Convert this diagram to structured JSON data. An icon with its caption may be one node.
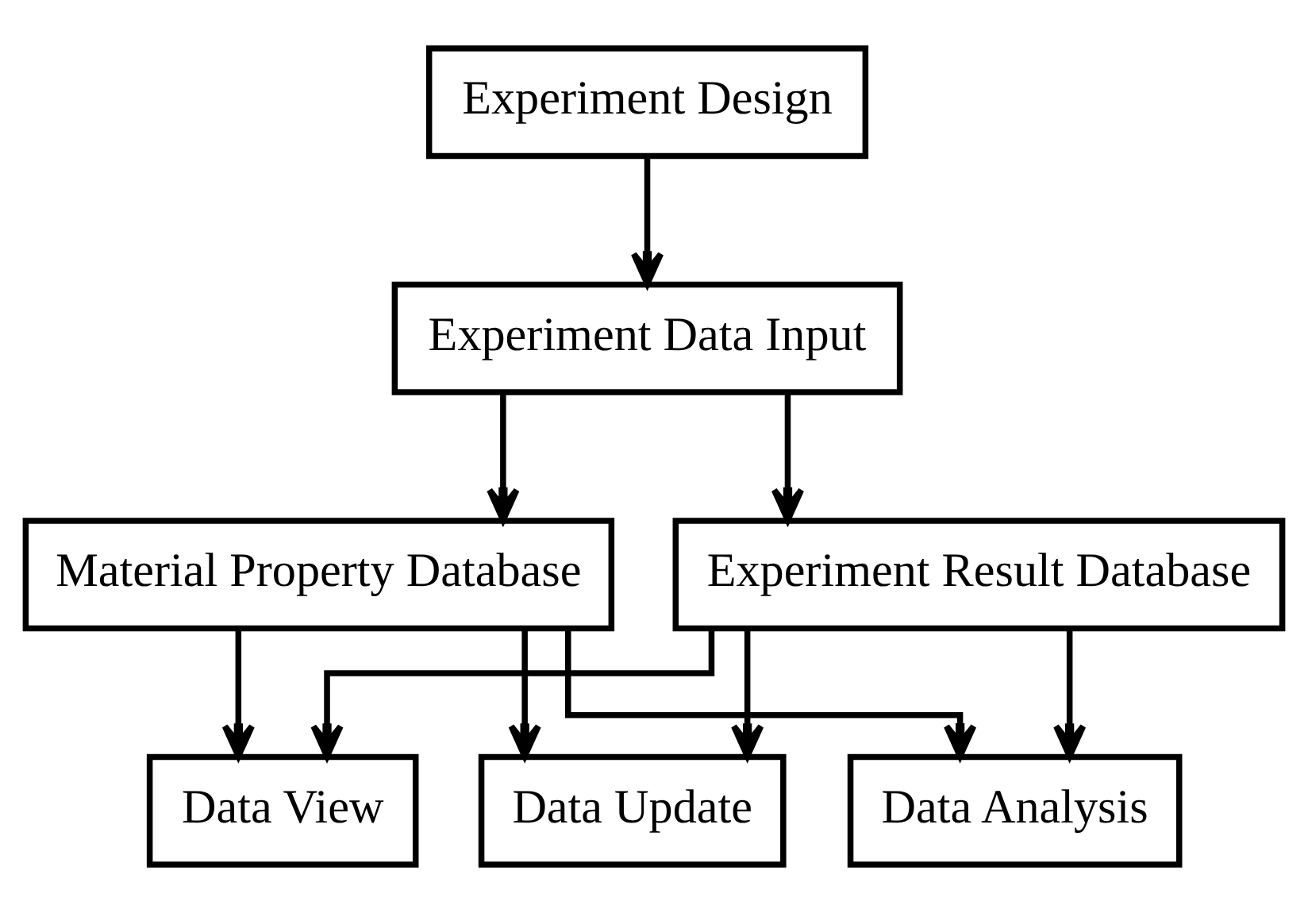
{
  "diagram": {
    "nodes": [
      {
        "text": [
          "Experiment Design"
        ]
      },
      {
        "text": [
          "Experiment Data Input"
        ]
      },
      {
        "text": [
          "Material Property Database"
        ]
      },
      {
        "text": [
          "Experiment Result Database"
        ]
      },
      {
        "text": [
          "Data View"
        ]
      },
      {
        "text": [
          "Data Update"
        ]
      },
      {
        "text": [
          "Data Analysis"
        ]
      }
    ],
    "edges": [
      {
        "from": 0,
        "to": 1,
        "arrow": "to"
      },
      {
        "from": 1,
        "to": 2,
        "arrow": "to"
      },
      {
        "from": 1,
        "to": 3,
        "arrow": "to"
      },
      {
        "from": 2,
        "to": 4,
        "arrow": "to"
      },
      {
        "from": 2,
        "to": 5,
        "arrow": "to"
      },
      {
        "from": 2,
        "to": 6,
        "arrow": "to"
      },
      {
        "from": 3,
        "to": 4,
        "arrow": "to"
      },
      {
        "from": 3,
        "to": 5,
        "arrow": "to"
      },
      {
        "from": 3,
        "to": 6,
        "arrow": "to"
      }
    ]
  }
}
